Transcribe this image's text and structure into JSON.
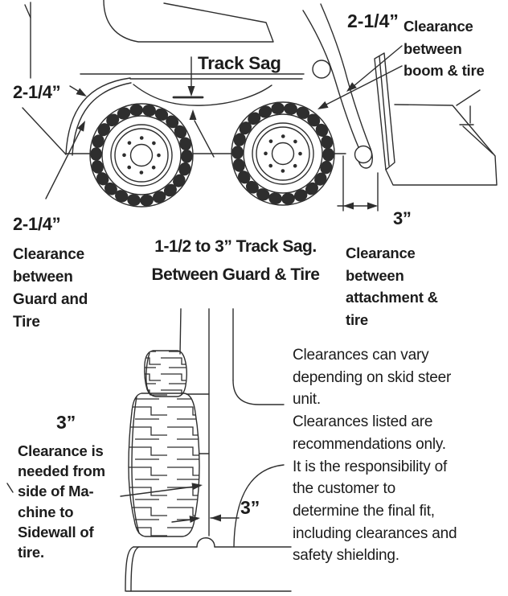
{
  "figure": {
    "side_view": {
      "track_sag_label": "Track Sag",
      "fender_clearance_dim": "2-1/4”",
      "boom_clearance": {
        "dim": "2-1/4”",
        "text": "Clearance\nbetween\nboom & tire"
      },
      "guard_clearance": {
        "dim": "2-1/4”",
        "text": "Clearance\nbetween\nGuard and\nTire"
      },
      "track_sag_range": "1-1/2 to 3” Track Sag.\nBetween Guard & Tire",
      "attachment_clearance": {
        "dim": "3”",
        "text": "Clearance\nbetween\nattachment &\ntire"
      }
    },
    "top_view": {
      "side_clearance": {
        "dim": "3”",
        "text": "Clearance is\nneeded from\nside of Ma-\nchine to\nSidewall of\ntire."
      },
      "sidewall_gap_dim": "3”"
    },
    "notes": "Clearances can vary\ndepending on skid steer\nunit.\nClearances listed are\nrecommendations only.\nIt is the responsibility of\nthe customer to\ndetermine the final fit,\nincluding clearances and\nsafety shielding."
  },
  "colors": {
    "line": "#2e2e2e",
    "text": "#1c1c1c",
    "background": "#ffffff"
  }
}
